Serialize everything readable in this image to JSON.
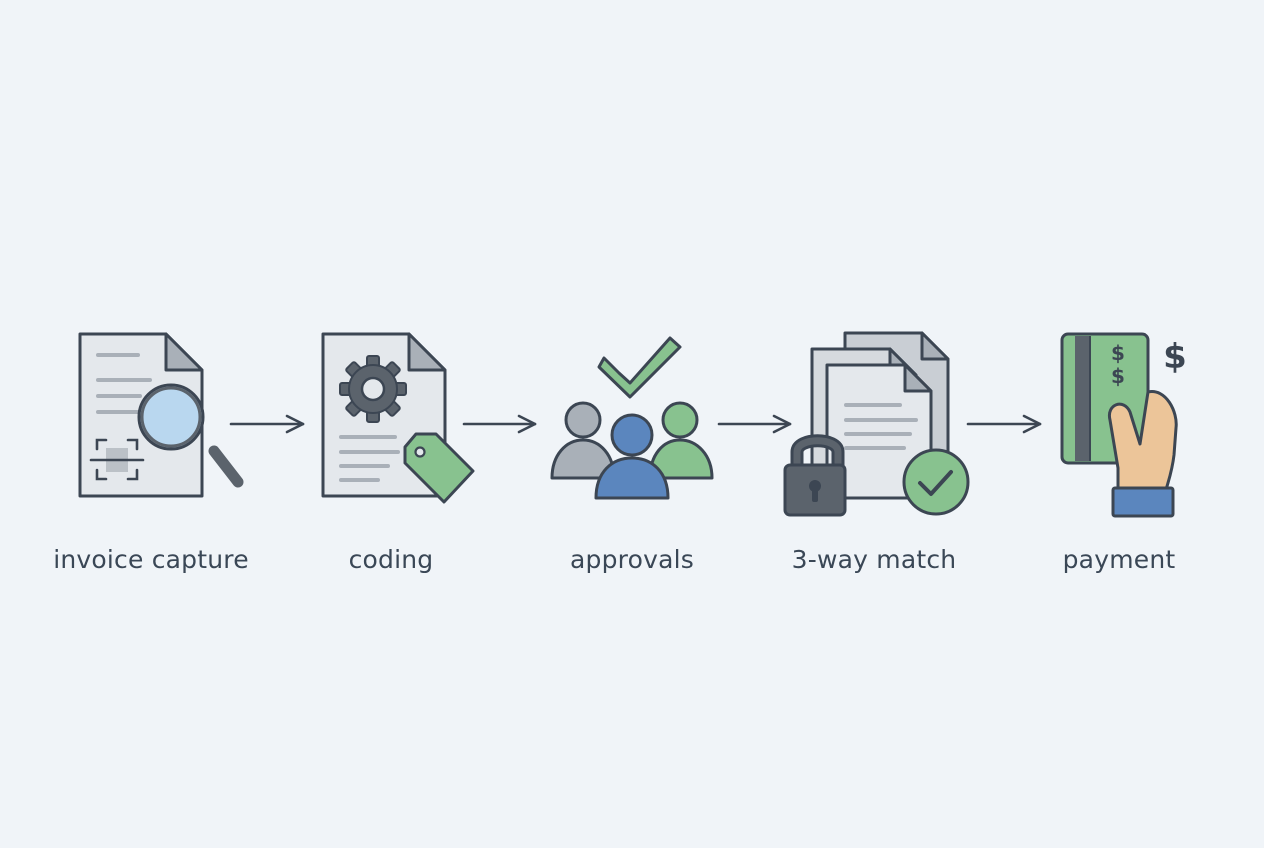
{
  "palette": {
    "background": "#f0f4f8",
    "stroke": "#3c4653",
    "paper": "#e4e8ec",
    "blue": "#5b86be",
    "light_blue": "#b9d7ef",
    "green": "#88c28f",
    "gray": "#a9b0b8",
    "dark_gray": "#5b636c",
    "skin": "#ecc599"
  },
  "steps": [
    {
      "label": "invoice capture",
      "icon": "invoice-capture-icon"
    },
    {
      "label": "coding",
      "icon": "coding-icon"
    },
    {
      "label": "approvals",
      "icon": "approvals-icon"
    },
    {
      "label": "3-way match",
      "icon": "three-way-match-icon"
    },
    {
      "label": "payment",
      "icon": "payment-icon"
    }
  ]
}
